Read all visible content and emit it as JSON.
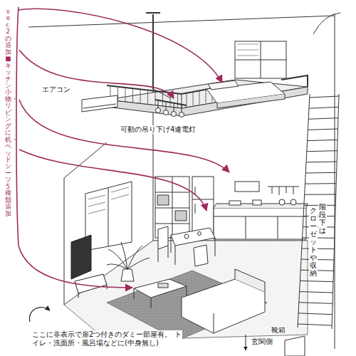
{
  "diagram": {
    "labels": [
      "ver.2の追加■キッチン小物・リビングに机・ベッドシーツ5種類追加",
      "エアコン",
      "可動の吊り下げ4連電灯",
      "階段下は",
      "クローゼットや収納",
      "靴箱",
      "ここに非表示で扉2つ付きのダミー部屋有。 トイレ・洗面所・風呂場などに(中身無し)",
      "玄関側"
    ]
  }
}
